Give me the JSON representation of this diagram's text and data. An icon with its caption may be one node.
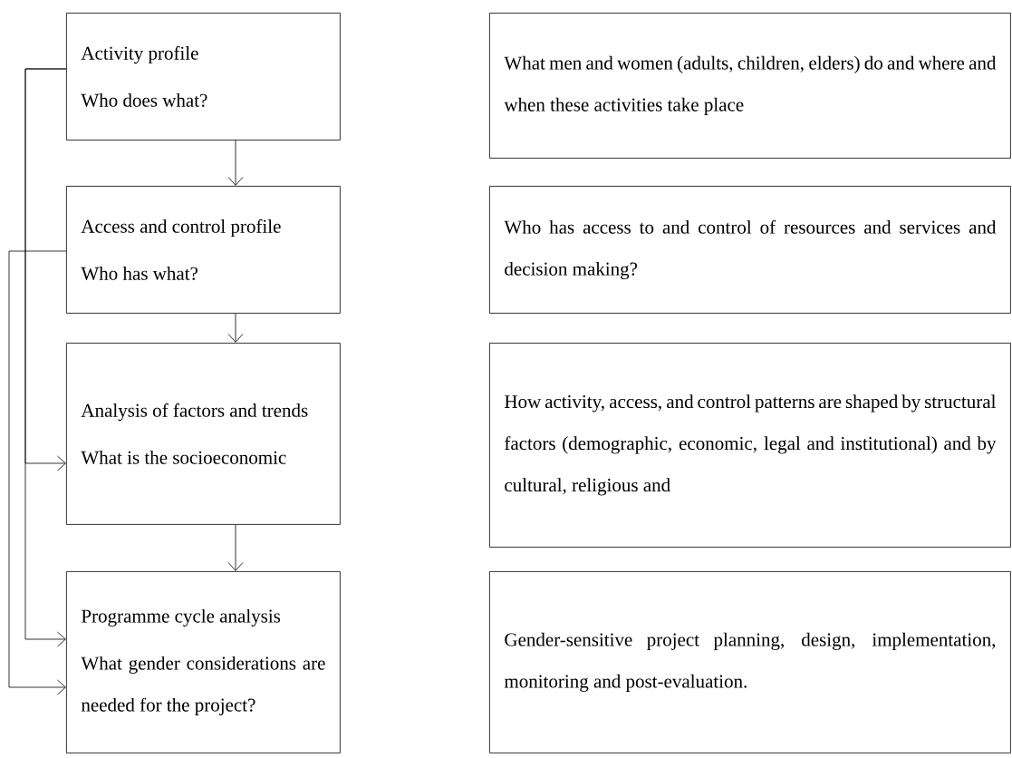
{
  "diagram": {
    "nodes": [
      {
        "text": [
          "Activity profile",
          "Who does what?"
        ]
      },
      {
        "text": [
          "What men and women (adults, children, elders) do and where and when these activities take place"
        ]
      },
      {
        "text": [
          "Access and control profile",
          "Who has what?"
        ]
      },
      {
        "text": [
          "Who has access to and control of resources and services and decision making?"
        ]
      },
      {
        "text": [
          "Analysis of factors and trends",
          "What is the socioeconomic"
        ]
      },
      {
        "text": [
          "How activity, access, and control patterns are shaped by structural factors (demographic, economic, legal and institutional) and by cultural, religious and"
        ]
      },
      {
        "text": [
          "Programme cycle analysis",
          "What gender considerations are needed for the project?"
        ]
      },
      {
        "text": [
          "Gender-sensitive project planning, design, implementation, monitoring and post-evaluation."
        ]
      }
    ],
    "edges": [
      {
        "from": 0,
        "to": 2,
        "arrow": "to"
      },
      {
        "from": 2,
        "to": 4,
        "arrow": "to"
      },
      {
        "from": 4,
        "to": 6,
        "arrow": "to"
      },
      {
        "from": 0,
        "to": 4,
        "arrow": "to"
      },
      {
        "from": 0,
        "to": 6,
        "arrow": "to"
      },
      {
        "from": 2,
        "to": 6,
        "arrow": "to"
      }
    ]
  }
}
